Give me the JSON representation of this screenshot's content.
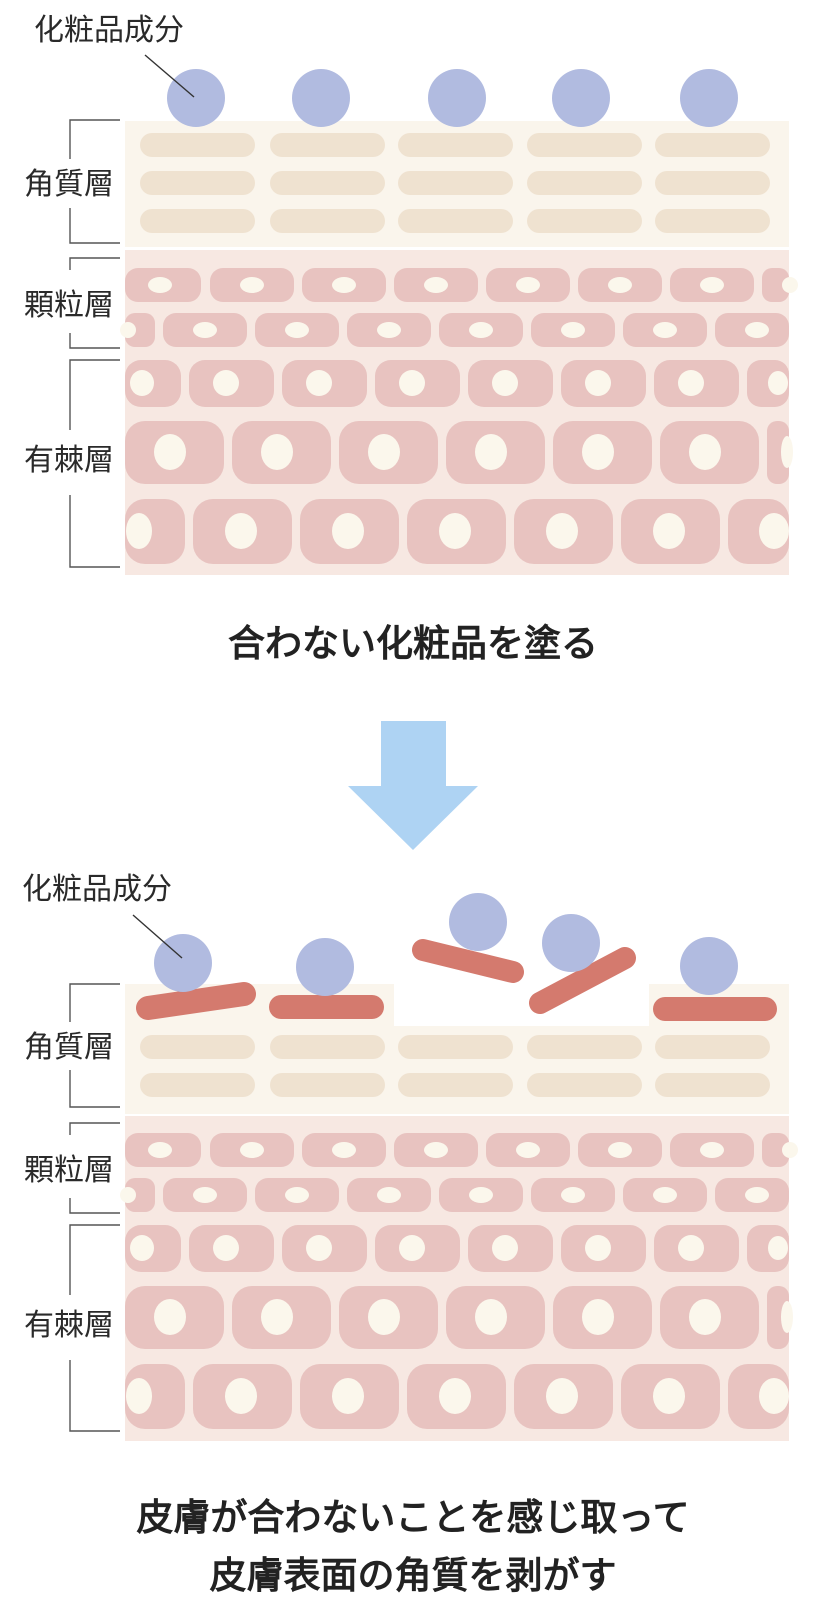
{
  "top": {
    "ingredient_label": "化粧品成分",
    "layer_labels": {
      "stratum_corneum": "角質層",
      "granular": "顆粒層",
      "spinous": "有棘層"
    },
    "caption": "合わない化粧品を塗る"
  },
  "bottom": {
    "ingredient_label": "化粧品成分",
    "layer_labels": {
      "stratum_corneum": "角質層",
      "granular": "顆粒層",
      "spinous": "有棘層"
    },
    "caption_line1": "皮膚が合わないことを感じ取って",
    "caption_line2": "皮膚表面の角質を剥がす"
  },
  "colors": {
    "ingredient": "#b1bbe0",
    "corneum_bg": "#faf5ec",
    "corneum_cell": "#efe2d0",
    "living_bg": "#f7e8e2",
    "cell": "#e8c3c0",
    "nucleus": "#fbf7ec",
    "peeled_flake": "#d47a6e",
    "arrow": "#aed3f3",
    "bracket": "#555555"
  },
  "icons": {
    "arrow": "down-arrow-icon"
  }
}
